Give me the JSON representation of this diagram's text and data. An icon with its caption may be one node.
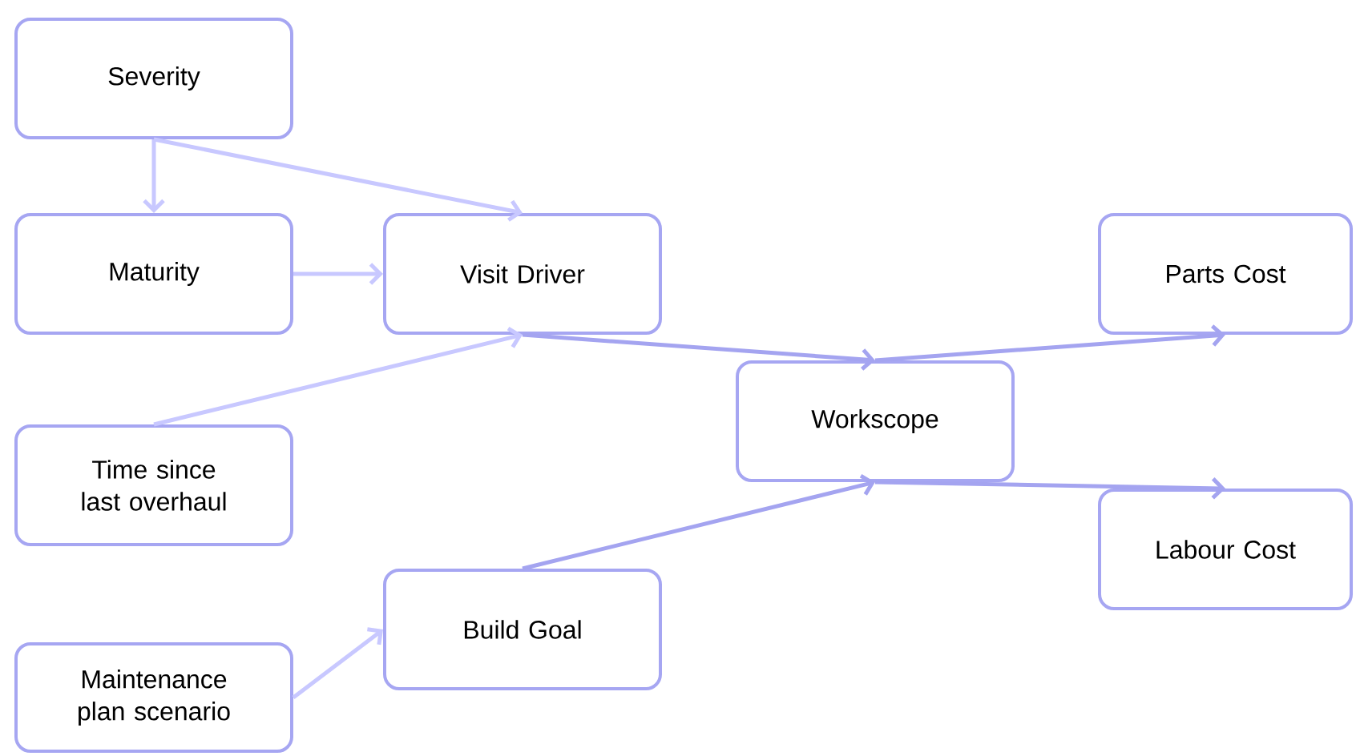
{
  "diagram": {
    "nodes": [
      {
        "text": [
          "Severity"
        ]
      },
      {
        "text": [
          "Maturity"
        ]
      },
      {
        "text": [
          "Time since last overhaul"
        ]
      },
      {
        "text": [
          "Maintenance plan scenario"
        ]
      },
      {
        "text": [
          "Visit Driver"
        ]
      },
      {
        "text": [
          "Build Goal"
        ]
      },
      {
        "text": [
          "Workscope"
        ]
      },
      {
        "text": [
          "Parts Cost"
        ]
      },
      {
        "text": [
          "Labour Cost"
        ]
      }
    ],
    "edges": [
      {
        "from": 0,
        "to": 1,
        "arrow": "to"
      },
      {
        "from": 0,
        "to": 4,
        "arrow": "to"
      },
      {
        "from": 1,
        "to": 4,
        "arrow": "to"
      },
      {
        "from": 2,
        "to": 4,
        "arrow": "to"
      },
      {
        "from": 3,
        "to": 5,
        "arrow": "to"
      },
      {
        "from": 4,
        "to": 6,
        "arrow": "to",
        "color": "#a4a4f0"
      },
      {
        "from": 5,
        "to": 6,
        "arrow": "to",
        "color": "#a4a4f0"
      },
      {
        "from": 6,
        "to": 7,
        "arrow": "to",
        "color": "#a4a4f0"
      },
      {
        "from": 6,
        "to": 8,
        "arrow": "to",
        "color": "#a4a4f0"
      }
    ]
  }
}
